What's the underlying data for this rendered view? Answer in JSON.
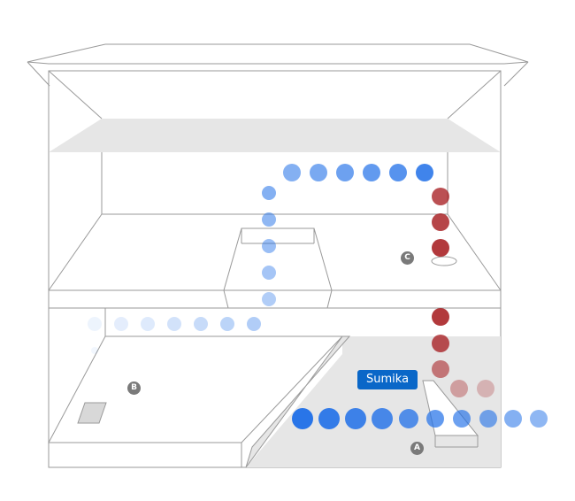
{
  "person_label": "Sumika",
  "markers": [
    {
      "id": "marker-a",
      "label": "A"
    },
    {
      "id": "marker-b",
      "label": "B"
    },
    {
      "id": "marker-c",
      "label": "C"
    }
  ],
  "colors": {
    "line": "#8c8c8c",
    "floor_fill": "#e6e6e6",
    "blue_path": "#1f6fe8",
    "red_path": "#a4161a",
    "tag_bg": "#0a67c8"
  }
}
